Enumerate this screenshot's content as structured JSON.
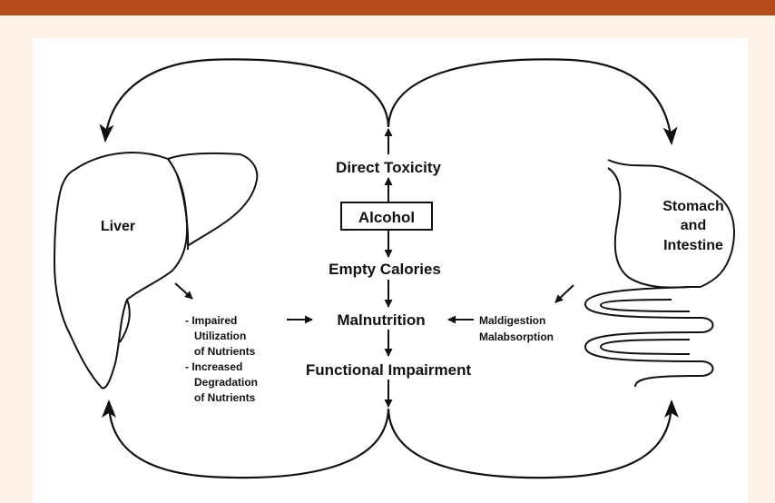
{
  "diagram": {
    "center": {
      "direct_toxicity": "Direct Toxicity",
      "alcohol": "Alcohol",
      "empty_calories": "Empty Calories",
      "malnutrition": "Malnutrition",
      "functional_impairment": "Functional Impairment"
    },
    "liver": {
      "label": "Liver",
      "effect_line_1": "- Impaired",
      "effect_line_2": "Utilization",
      "effect_line_3": "of Nutrients",
      "effect_line_4": "- Increased",
      "effect_line_5": "Degradation",
      "effect_line_6": "of Nutrients"
    },
    "gut": {
      "label_line_1": "Stomach",
      "label_line_2": "and",
      "label_line_3": "Intestine",
      "effect_line_1": "Maldigestion",
      "effect_line_2": "Malabsorption"
    }
  },
  "colors": {
    "top_bar": "#b4491a",
    "page_background": "#fdf3e6",
    "panel": "#ffffff",
    "ink": "#111111"
  }
}
